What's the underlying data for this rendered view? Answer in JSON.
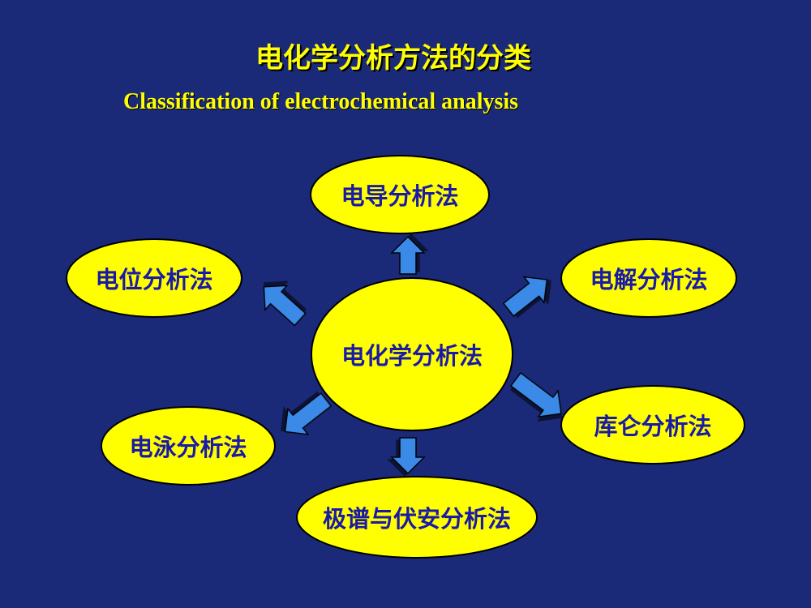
{
  "title": "电化学分析方法的分类",
  "subtitle": "Classification of electrochemical analysis",
  "colors": {
    "background": "#1a2a78",
    "title": "#ffff00",
    "node_fill": "#ffff00",
    "node_text": "#1a1aa8",
    "arrow": "#3a8ae8"
  },
  "center": {
    "label": "电化学分析法"
  },
  "nodes": [
    {
      "label": "电导分析法"
    },
    {
      "label": "电位分析法"
    },
    {
      "label": "电解分析法"
    },
    {
      "label": "库仑分析法"
    },
    {
      "label": "电泳分析法"
    },
    {
      "label": "极谱与伏安分析法"
    }
  ]
}
